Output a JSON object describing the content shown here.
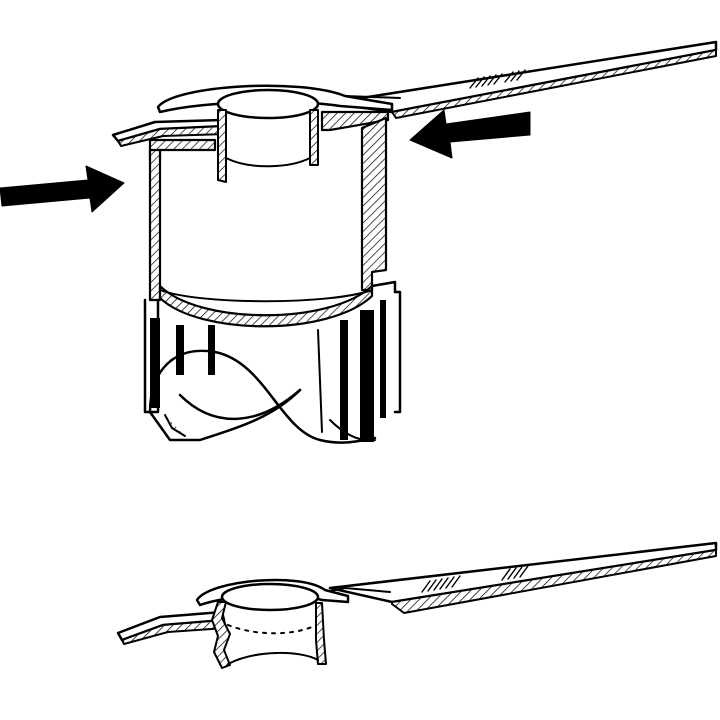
{
  "diagram": {
    "type": "technical-line-illustration",
    "panels": [
      {
        "id": "tool-pressing",
        "shows": [
          "sheet",
          "flared-eyelet",
          "crimp-tool-cutaway",
          "left-arrow",
          "right-arrow"
        ]
      },
      {
        "id": "result",
        "shows": [
          "sheet",
          "crimped-eyelet"
        ]
      }
    ],
    "arrows": [
      {
        "name": "left-press-arrow",
        "direction": "right"
      },
      {
        "name": "right-press-arrow",
        "direction": "left"
      }
    ]
  },
  "colors": {
    "ink": "#000000",
    "paper": "#ffffff"
  }
}
